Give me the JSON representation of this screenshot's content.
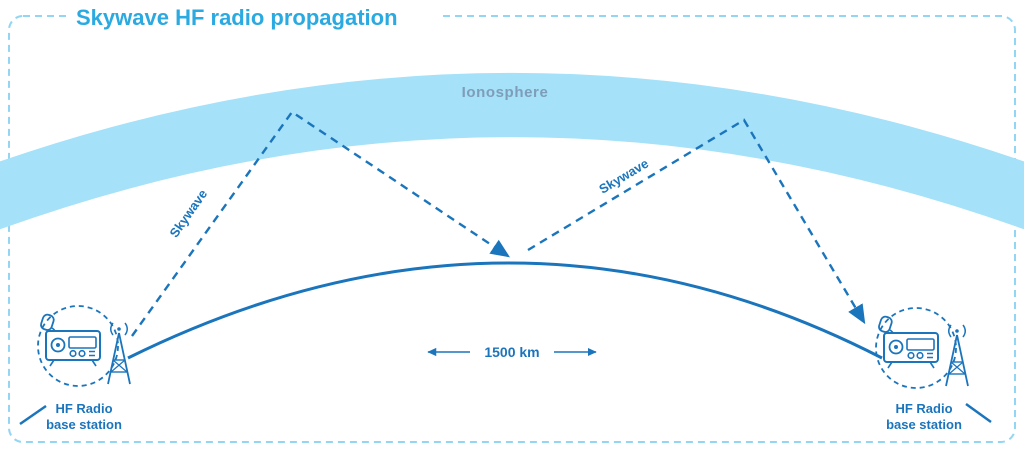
{
  "title": "Skywave HF radio propagation",
  "diagram": {
    "ionosphere_label": "Ionosphere",
    "skywave_label_left": "Skywave",
    "skywave_label_right": "Skywave",
    "distance_label": "1500 km",
    "station_left": {
      "line1": "HF Radio",
      "line2": "base station"
    },
    "station_right": {
      "line1": "HF Radio",
      "line2": "base station"
    }
  },
  "colors": {
    "title_accent": "#2BA9E1",
    "primary_blue": "#1B75BC",
    "ionosphere_band": "#A5E1F8",
    "ionosphere_text": "#7E9DB9",
    "border_dash": "#93D6F4"
  }
}
